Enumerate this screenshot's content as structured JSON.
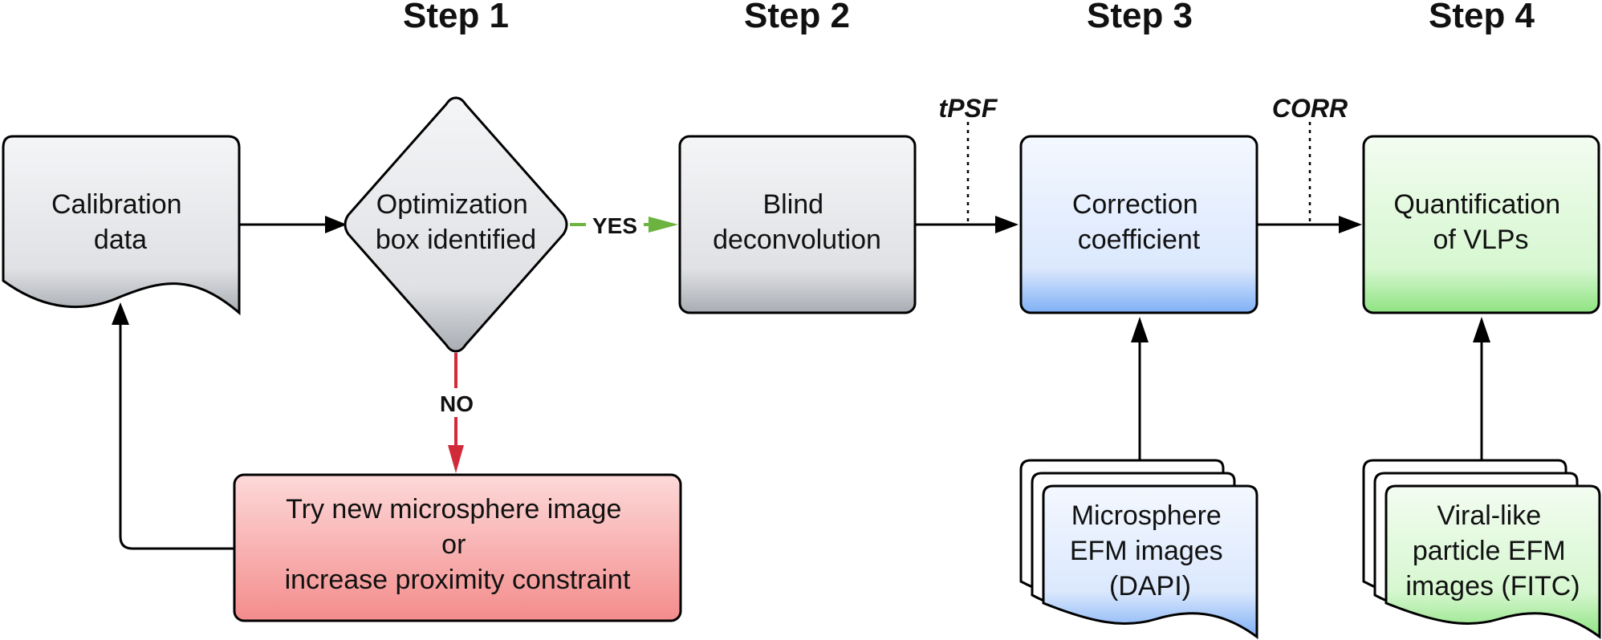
{
  "steps": [
    "Step 1",
    "Step 2",
    "Step 3",
    "Step 4"
  ],
  "nodes": {
    "calibration": [
      "Calibration",
      "data"
    ],
    "optimization": [
      "Optimization",
      "box identified"
    ],
    "blind": [
      "Blind",
      "deconvolution"
    ],
    "correction": [
      "Correction",
      "coefficient"
    ],
    "quantification": [
      "Quantification",
      "of VLPs"
    ],
    "retry": [
      "Try new microsphere image",
      "or",
      "increase proximity constraint"
    ],
    "microsphere": [
      "Microsphere",
      "EFM images",
      "(DAPI)"
    ],
    "viral": [
      "Viral-like",
      "particle EFM",
      "images (FITC)"
    ]
  },
  "edges": {
    "yes": "YES",
    "no": "NO"
  },
  "annotations": {
    "tpsf": "tPSF",
    "corr": "CORR"
  },
  "colors": {
    "gray_top": "#f4f5f7",
    "gray_bottom": "#a9adb3",
    "blue_top": "#f4f8ff",
    "blue_bottom": "#7fb0f5",
    "green_top": "#f3fcf1",
    "green_bottom": "#8fe382",
    "red_top": "#fcd6d6",
    "red_bottom": "#f48c8c",
    "arrow_yes": "#6db33f",
    "arrow_no": "#d12b3a"
  }
}
